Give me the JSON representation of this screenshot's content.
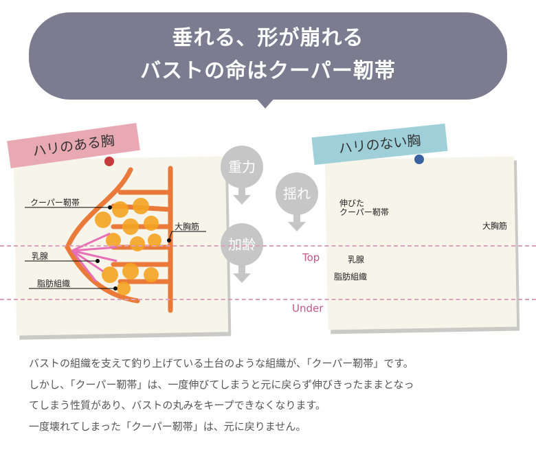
{
  "header": {
    "line1": "垂れる、形が崩れる",
    "line2": "バストの命はクーパー靭帯"
  },
  "left_card": {
    "tape": "ハリのある胸",
    "labels": {
      "cooper": "クーパー靭帯",
      "mammary": "乳腺",
      "fat": "脂肪組織",
      "pectoral": "大胸筋"
    }
  },
  "right_card": {
    "tape": "ハリのない胸",
    "labels": {
      "cooper_line1": "伸びた",
      "cooper_line2": "クーパー靭帯",
      "mammary": "乳腺",
      "fat": "脂肪組織",
      "pectoral": "大胸筋"
    }
  },
  "causes": {
    "gravity": "重力",
    "aging": "加齢",
    "sway": "揺れ"
  },
  "levels": {
    "top": "Top",
    "under": "Under"
  },
  "body": [
    "バストの組織を支えて釣り上げている土台のような組織が、「クーパー靭帯」です。",
    "しかし、「クーパー靭帯」は、一度伸びてしまうと元に戻らず伸びきったままとなっ",
    "てしまう性質があり、バストの丸みをキープできなくなります。",
    "一度壊れてしまった「クーパー靭帯」は、元に戻りません。"
  ],
  "colors": {
    "bubble": "#7c7b8f",
    "ligament": "#ea7a3a",
    "fat": "#f5a524",
    "gland": "#e76fb8",
    "dash": "#dba0bb"
  }
}
